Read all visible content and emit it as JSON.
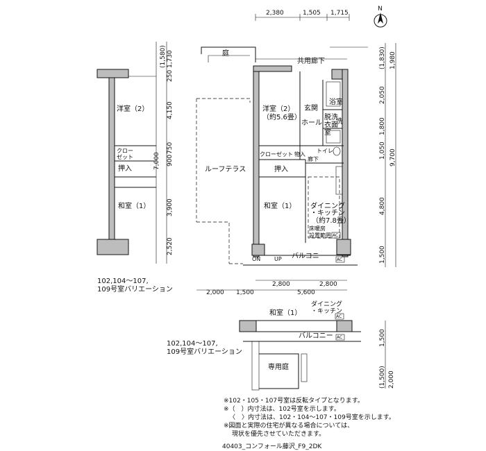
{
  "compass": {
    "label": "N"
  },
  "dims_top": [
    "2,380",
    "1,505",
    "1,715"
  ],
  "dims_left": [
    "(1,580)",
    "1,730",
    "250",
    "4,150",
    "7,000",
    "900",
    "750",
    "3,900",
    "2,520"
  ],
  "dims_right": [
    "(1,830)",
    "1,980",
    "2,050",
    "1,800",
    "1,050",
    "9,700",
    "4,800",
    "1,500"
  ],
  "dims_bottom_row1": [
    "2,800",
    "2,800"
  ],
  "dims_bottom_row2": [
    "2,000",
    "1,500",
    "5,600"
  ],
  "main_rooms": {
    "niwa": "庭",
    "corridor": "共用廊下",
    "western_room": "洋室（2）",
    "western_area": "（約5.6畳）",
    "entrance": "玄関",
    "hall": "ホール",
    "bath": "浴室",
    "dressing": "脱洗",
    "dressing2": "衣面",
    "dressing3": "室",
    "wash": "洗",
    "closet": "クローゼット",
    "storage_small": "物入",
    "toilet": "トイレ",
    "corridor_small": "廊下",
    "oshiire": "押入",
    "roof_terrace": "ルーフテラス",
    "japanese_room": "和室（1）",
    "dining1": "ダイニング",
    "dining2": "・キッチン",
    "dining_area": "（約7.8畳）",
    "floor_heat1": "床暖房",
    "floor_heat2": "設置範囲",
    "ac": "AC",
    "balcony": "バルコニー",
    "on": "ON",
    "up": "UP"
  },
  "left_variation": {
    "western": "洋室（2）",
    "closet1": "クロー",
    "closet2": "ゼット",
    "oshiire": "押入",
    "japanese": "和室（1）",
    "caption1": "102,104～107,",
    "caption2": "109号室バリエーション"
  },
  "bottom_variation": {
    "japanese": "和室（1）",
    "dining1": "ダイニング",
    "dining2": "・キッチン",
    "balcony": "バルコニー",
    "garden": "専用庭",
    "ac": "AC",
    "dim1": "1,500",
    "dim2": "(1,500)",
    "dim3": "2,000",
    "caption1": "102,104～107,",
    "caption2": "109号室バリエーション"
  },
  "notes": [
    "※102・105・107号室は反転タイプとなります。",
    "※（　）内寸法は、102号室を示します。",
    "〈　〉内寸法は、102・104～107・109号室を示します。",
    "※図面と実際の住宅が異なる場合については、",
    "現状を優先させていただきます。"
  ],
  "footer": "40403_コンフォール藤沢_F9_2DK"
}
